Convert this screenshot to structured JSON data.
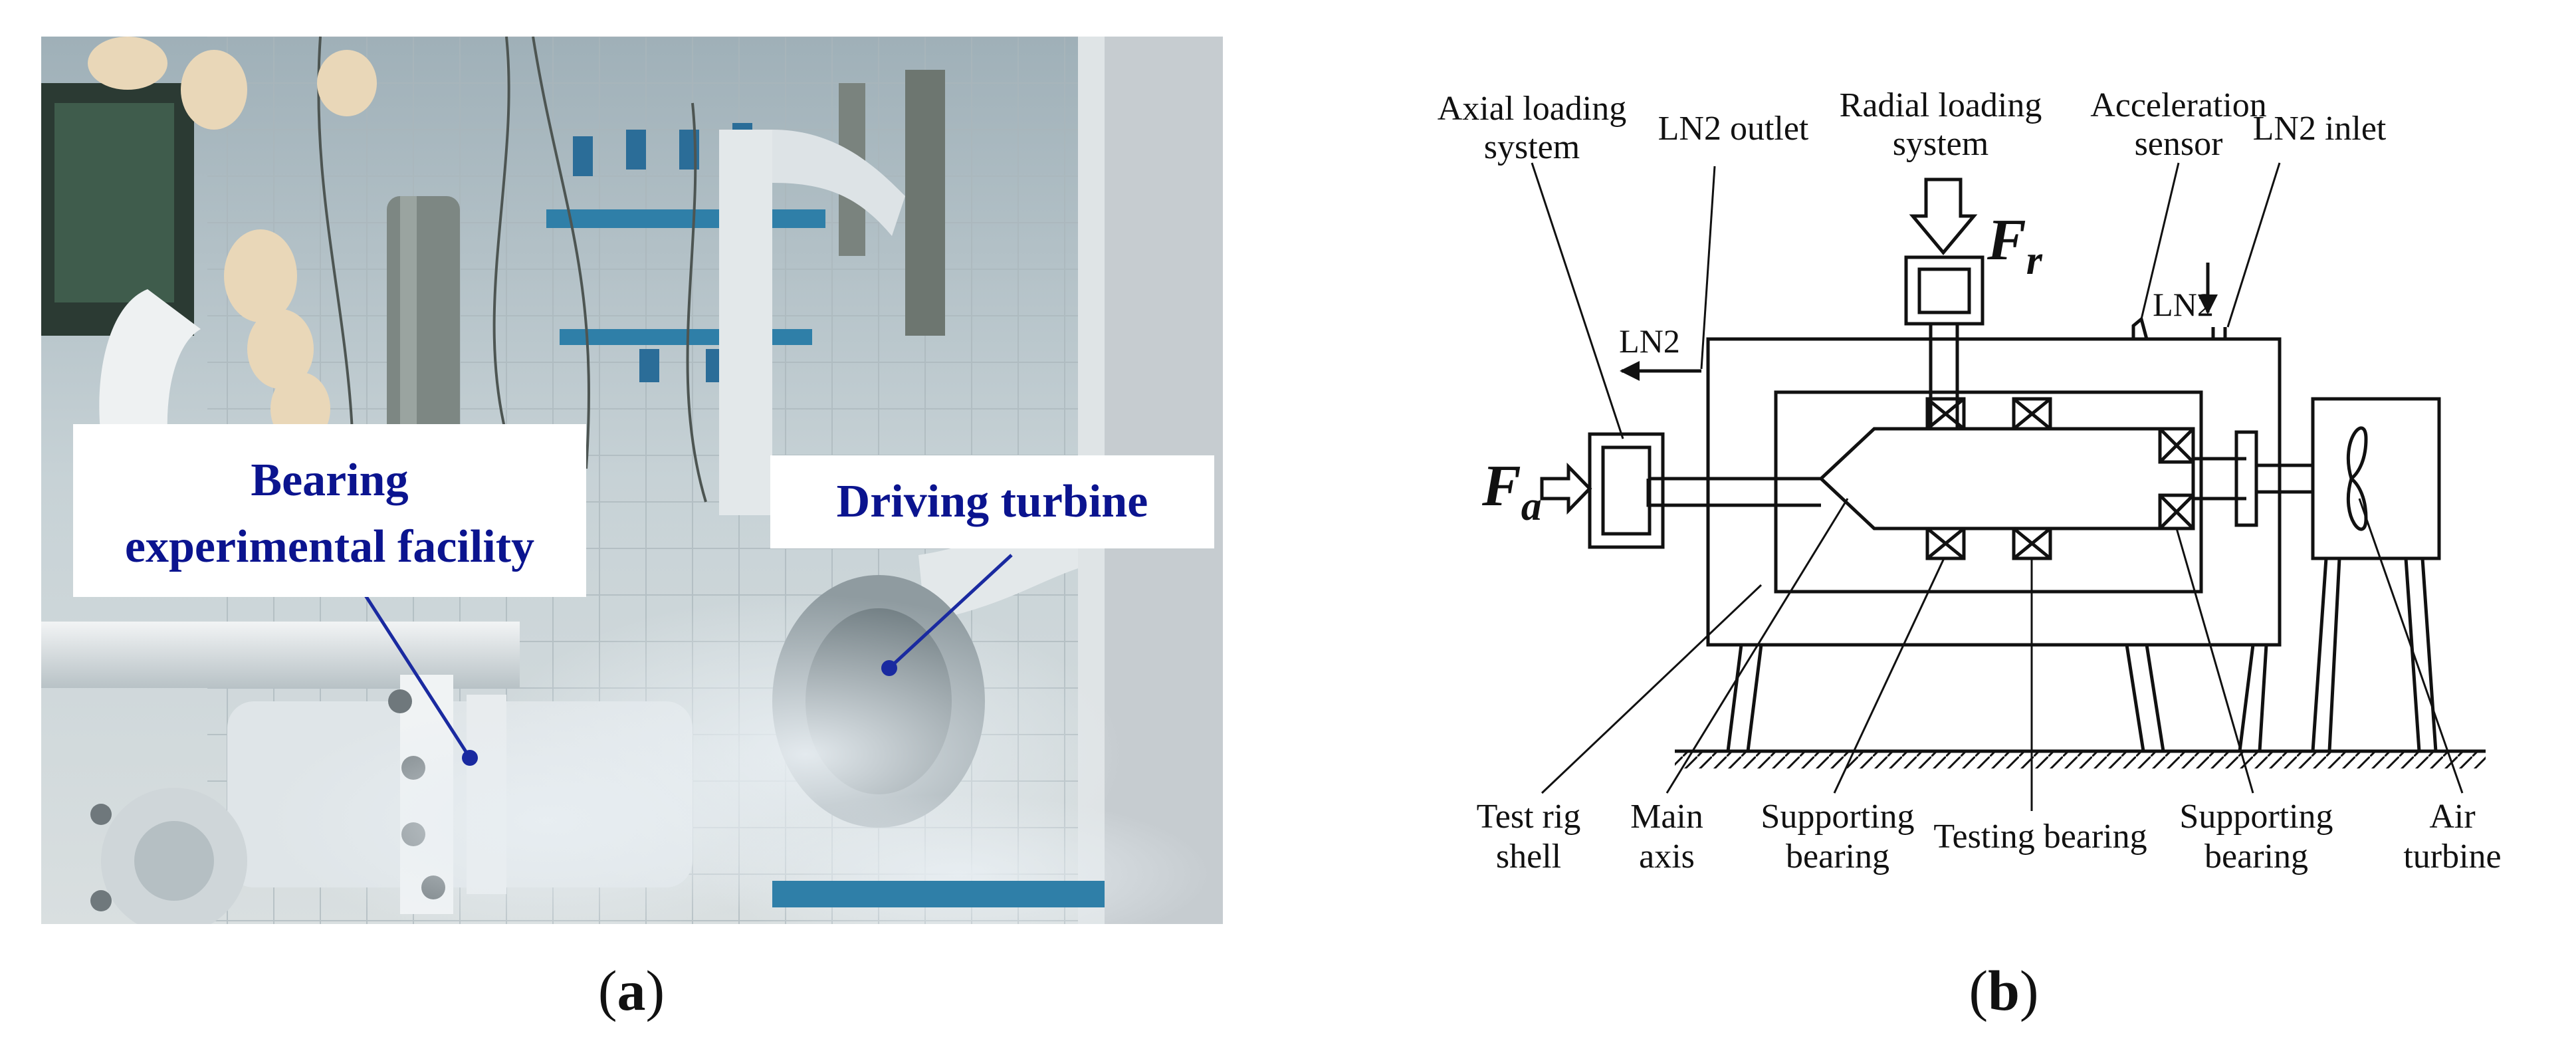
{
  "panel_a": {
    "caption_letter": "a",
    "labels": {
      "bearing_line1": "Bearing",
      "bearing_line2": "experimental facility",
      "turbine": "Driving turbine"
    }
  },
  "panel_b": {
    "caption_letter": "b",
    "labels": {
      "axial_line1": "Axial loading",
      "axial_line2": "system",
      "ln2_outlet": "LN2 outlet",
      "radial_line1": "Radial loading",
      "radial_line2": "system",
      "accel_line1": "Acceleration",
      "accel_line2": "sensor",
      "ln2_inlet": "LN2 inlet",
      "ln2_left": "LN2",
      "ln2_right": "LN2",
      "fr_main": "F",
      "fr_sub": "r",
      "fa_main": "F",
      "fa_sub": "a",
      "shell_line1": "Test rig",
      "shell_line2": "shell",
      "axis_line1": "Main",
      "axis_line2": "axis",
      "support1_line1": "Supporting",
      "support1_line2": "bearing",
      "testing": "Testing bearing",
      "support2_line1": "Supporting",
      "support2_line2": "bearing",
      "air_line1": "Air",
      "air_line2": "turbine"
    }
  },
  "colors": {
    "label_blue": "#0b148f",
    "line_black": "#111111"
  }
}
